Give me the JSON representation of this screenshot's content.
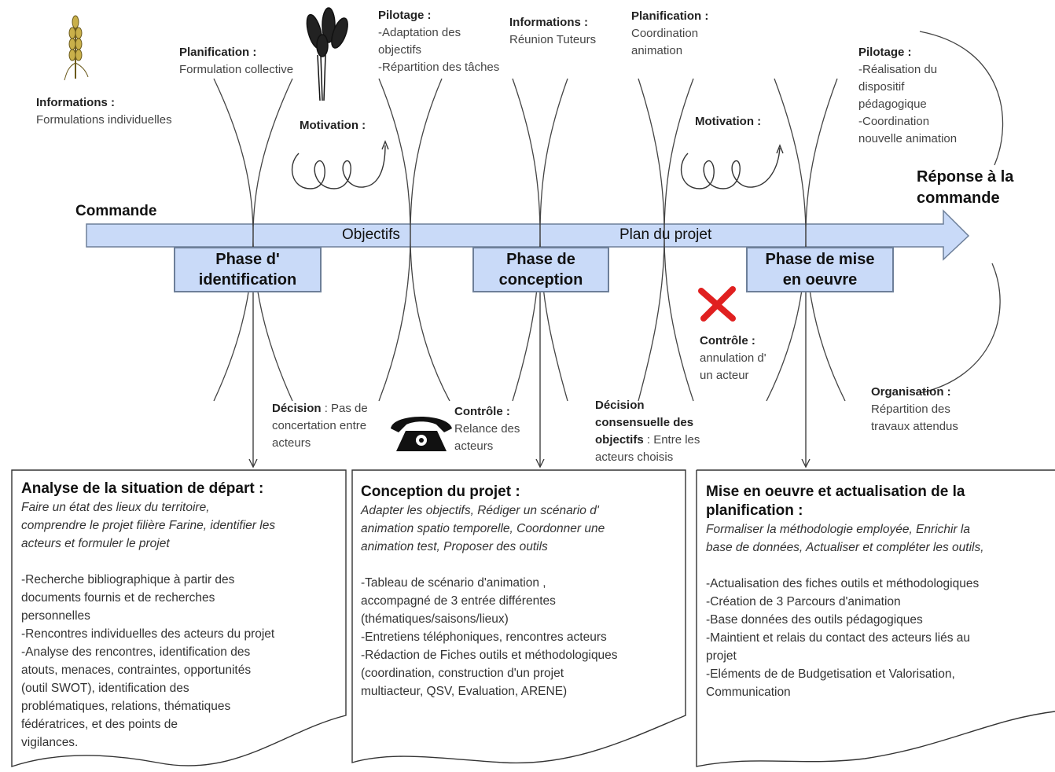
{
  "top_labels": {
    "informations_left": {
      "title": "Informations :",
      "lines": [
        "Formulations individuelles"
      ]
    },
    "planification_left": {
      "title": "Planification :",
      "lines": [
        "Formulation collective"
      ]
    },
    "motivation_left": {
      "title": "Motivation :"
    },
    "pilotage_mid": {
      "title": "Pilotage :",
      "lines": [
        "-Adaptation des",
        "objectifs",
        "-Répartition des tâches"
      ]
    },
    "informations_mid": {
      "title": "Informations :",
      "lines": [
        "Réunion Tuteurs"
      ]
    },
    "planification_right": {
      "title": "Planification :",
      "lines": [
        "Coordination",
        "animation"
      ]
    },
    "motivation_right": {
      "title": "Motivation :"
    },
    "pilotage_right": {
      "title": "Pilotage :",
      "lines": [
        "-Réalisation du",
        "dispositif",
        "pédagogique",
        "-Coordination",
        "nouvelle animation"
      ]
    }
  },
  "main_axis": {
    "start_label": "Commande",
    "end_label_lines": [
      "Réponse à la",
      "commande"
    ],
    "arrow_texts": [
      "Objectifs",
      "Plan du projet"
    ],
    "color": "#c9daf8"
  },
  "phases": [
    {
      "lines": [
        "Phase d'",
        "identification"
      ]
    },
    {
      "lines": [
        "Phase de",
        "conception"
      ]
    },
    {
      "lines": [
        "Phase de mise",
        "en oeuvre"
      ]
    }
  ],
  "bottom_labels": {
    "decision_left": {
      "title": "Décision",
      "first_rest": " : Pas de",
      "lines": [
        "concertation entre",
        "acteurs"
      ]
    },
    "controle_mid": {
      "title": "Contrôle :",
      "lines": [
        "Relance des",
        "acteurs"
      ]
    },
    "decision_mid": {
      "title_lines": [
        "Décision",
        "consensuelle des",
        "objectifs"
      ],
      "last_rest": " : Entre les",
      "lines": [
        "acteurs choisis"
      ]
    },
    "controle_right": {
      "title": "Contrôle :",
      "lines": [
        "annulation d'",
        "un acteur"
      ]
    },
    "organisation": {
      "title": "Organisation :",
      "lines": [
        "Répartition des",
        "travaux attendus"
      ]
    }
  },
  "boxes": [
    {
      "title": "Analyse de la situation de départ :",
      "italic_lines": [
        "Faire un état des lieux du territoire,",
        "comprendre le projet filière Farine, identifier les",
        "acteurs et formuler le projet"
      ],
      "body_lines": [
        "-Recherche bibliographique à partir des",
        "documents fournis et de recherches",
        "personnelles",
        "-Rencontres individuelles des acteurs du projet",
        "-Analyse des rencontres, identification des",
        "atouts, menaces, contraintes, opportunités",
        "(outil SWOT), identification des",
        "problématiques, relations, thématiques",
        "fédératrices, et des points de",
        "vigilances."
      ]
    },
    {
      "title": "Conception du projet :",
      "italic_lines": [
        "Adapter les objectifs, Rédiger un scénario d'",
        "animation spatio temporelle, Coordonner une",
        "animation test, Proposer des outils"
      ],
      "body_lines": [
        "-Tableau de scénario d'animation ,",
        "accompagné de 3 entrée différentes",
        "(thématiques/saisons/lieux)",
        "-Entretiens téléphoniques, rencontres acteurs",
        "-Rédaction de Fiches outils et méthodologiques",
        "(coordination, construction d'un projet",
        "multiacteur, QSV, Evaluation, ARENE)"
      ]
    },
    {
      "title_lines": [
        "Mise en oeuvre et actualisation de la",
        "planification :"
      ],
      "italic_lines": [
        "Formaliser la méthodologie employée, Enrichir la",
        "base de données, Actualiser et compléter les outils,"
      ],
      "body_lines": [
        "-Actualisation des fiches outils et méthodologiques",
        "-Création de 3 Parcours d'animation",
        "-Base données des outils pédagogiques",
        "-Maintient et relais du contact des acteurs liés au",
        "projet",
        "-Eléments de de Budgetisation et Valorisation,",
        "Communication"
      ]
    }
  ],
  "icons": [
    "wheat-icon",
    "wheat-bundle-icon",
    "spiral-icon",
    "telephone-icon",
    "red-cross-icon"
  ],
  "colors": {
    "cross": "#e02020",
    "phase_fill": "#c9daf8",
    "phase_border": "#6d7f99"
  }
}
